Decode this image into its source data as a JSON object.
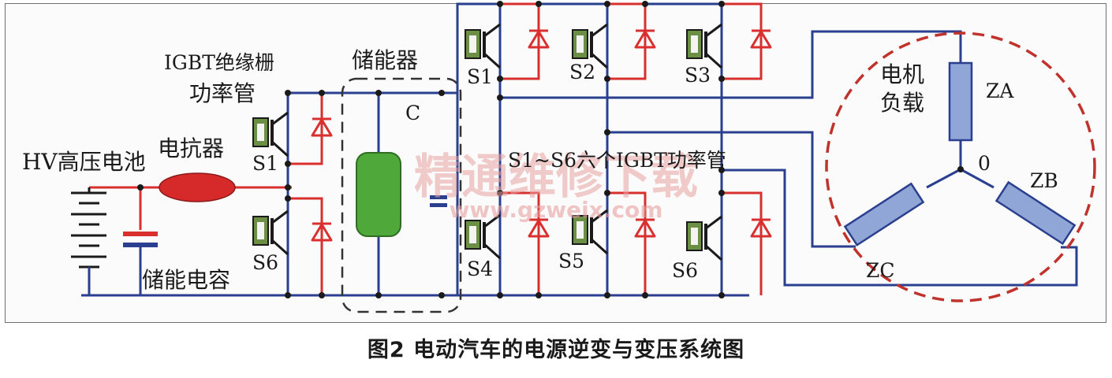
{
  "labels": {
    "igbt_line1": "IGBT绝缘栅",
    "igbt_line2": "功率管",
    "storage": "储能器",
    "c": "C",
    "reactor": "电抗器",
    "battery": "HV高压电池",
    "cap": "储能电容",
    "s1_left": "S1",
    "s6_left": "S6",
    "s1": "S1",
    "s2": "S2",
    "s3": "S3",
    "s4": "S4",
    "s5": "S5",
    "s6": "S6",
    "six_igbt": "S1~S6六个IGBT功率管",
    "motor_line1": "电机",
    "motor_line2": "负载",
    "za": "ZA",
    "zb": "ZB",
    "zc": "ZC",
    "neutral": "0"
  },
  "watermark": {
    "cn": "精通维修下载",
    "url": "www.gzweix.com"
  },
  "caption": "图2 电动汽车的电源逆变与变压系统图",
  "colors": {
    "red_wire": "#d9302f",
    "blue_wire": "#2a3f8f",
    "reactor": "#d62a2a",
    "storage": "#4ea83a",
    "winding": "#8fa6d6",
    "motor_circle": "#c0332c",
    "transistor": "#6b8f45",
    "watermark": "#e8a0a0"
  }
}
